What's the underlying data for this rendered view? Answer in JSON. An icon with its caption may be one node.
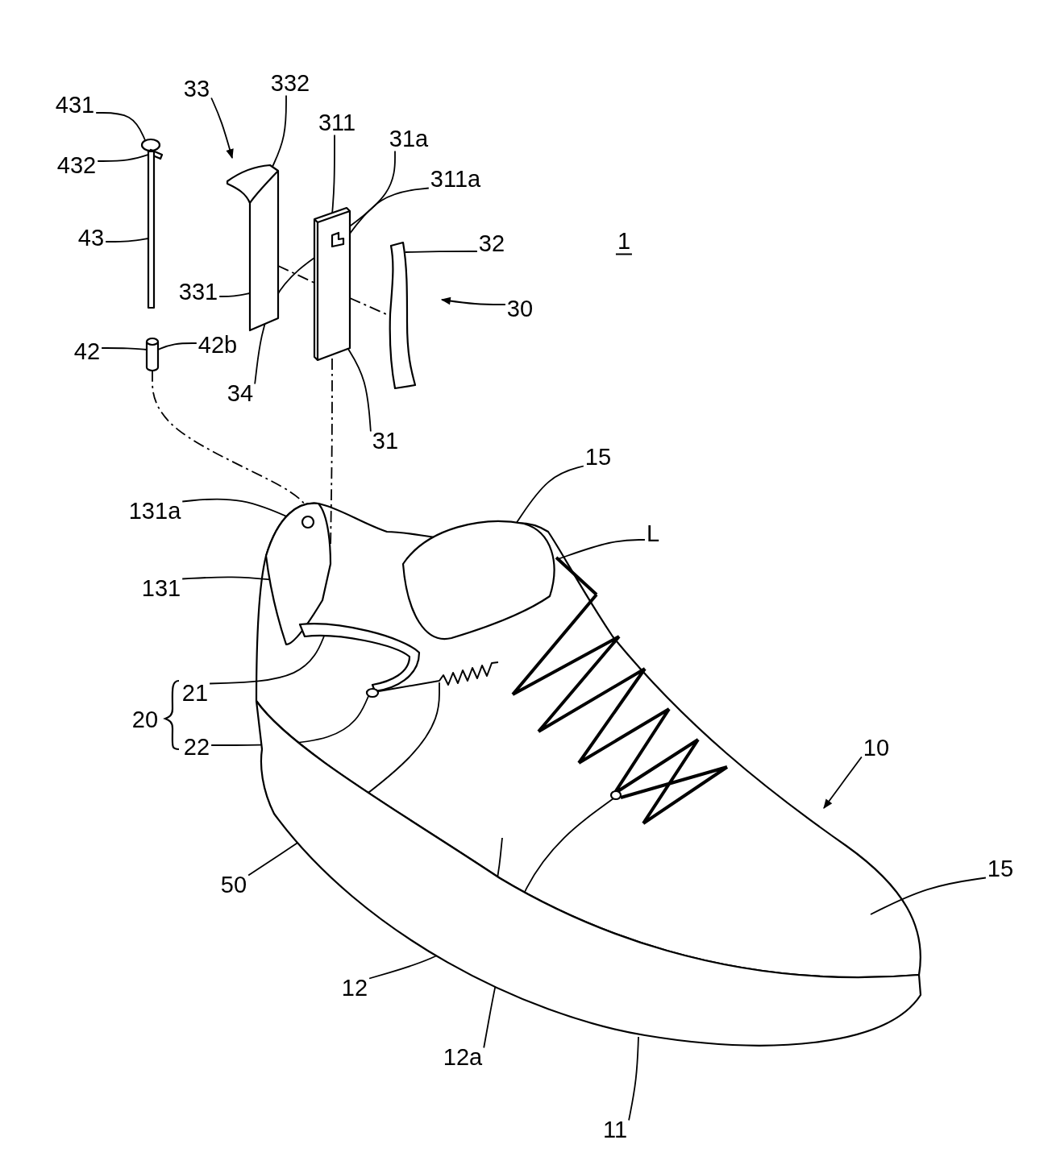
{
  "diagram": {
    "nodes": [
      {
        "text": [
          "431"
        ]
      },
      {
        "text": [
          "432"
        ]
      },
      {
        "text": [
          "43"
        ]
      },
      {
        "text": [
          "33"
        ]
      },
      {
        "text": [
          "332"
        ]
      },
      {
        "text": [
          "331"
        ]
      },
      {
        "text": [
          "311"
        ]
      },
      {
        "text": [
          "31a"
        ]
      },
      {
        "text": [
          "311a"
        ]
      },
      {
        "text": [
          "32"
        ]
      },
      {
        "text": [
          "30"
        ]
      },
      {
        "text": [
          "42"
        ]
      },
      {
        "text": [
          "42b"
        ]
      },
      {
        "text": [
          "34"
        ]
      },
      {
        "text": [
          "31"
        ]
      },
      {
        "text": [
          "131a"
        ]
      },
      {
        "text": [
          "131"
        ]
      },
      {
        "text": [
          "15"
        ]
      },
      {
        "text": [
          "L"
        ]
      },
      {
        "text": [
          "21"
        ]
      },
      {
        "text": [
          "22"
        ]
      },
      {
        "text": [
          "50"
        ]
      },
      {
        "text": [
          "10"
        ]
      },
      {
        "text": [
          "15"
        ]
      },
      {
        "text": [
          "12"
        ]
      },
      {
        "text": [
          "12a"
        ]
      },
      {
        "text": [
          "11"
        ]
      },
      {
        "text": [],
        "shape": "circle"
      },
      {
        "text": [],
        "shape": "bar"
      },
      {
        "text": [],
        "shape": "bar"
      },
      {
        "text": [],
        "shape": "picture"
      },
      {
        "text": [],
        "shape": "bar"
      },
      {
        "text": [],
        "shape": "box",
        "in": 31
      },
      {
        "text": [],
        "shape": "bar"
      },
      {
        "text": [],
        "shape": "cylinder"
      },
      {
        "text": [],
        "shape": "circle",
        "in": 36
      },
      {
        "text": [],
        "shape": "picture",
        "in": 42
      },
      {
        "text": [],
        "shape": "picture",
        "in": 42
      },
      {
        "text": [],
        "shape": "picture",
        "in": 42
      },
      {
        "text": [],
        "shape": "picture",
        "in": 42
      },
      {
        "text": [],
        "shape": "circle",
        "in": 42
      },
      {
        "text": [],
        "shape": "picture",
        "in": 42
      },
      {
        "text": [],
        "shape": "picture"
      },
      {
        "text": [],
        "shape": "circle",
        "in": 38
      },
      {
        "text": [],
        "shape": "picture"
      }
    ],
    "edges": [
      {
        "from": 0,
        "to": 27,
        "arrow": "none"
      },
      {
        "from": 1,
        "to": 28,
        "arrow": "none"
      },
      {
        "from": 2,
        "to": 29,
        "arrow": "none"
      },
      {
        "from": 3,
        "to": 30,
        "arrow": "to"
      },
      {
        "from": 4,
        "to": 30,
        "arrow": "none"
      },
      {
        "from": 5,
        "to": 30,
        "arrow": "none"
      },
      {
        "from": 6,
        "to": 31,
        "arrow": "none"
      },
      {
        "from": 7,
        "to": 32,
        "arrow": "none"
      },
      {
        "from": 8,
        "to": 32,
        "arrow": "none"
      },
      {
        "from": 9,
        "to": 33,
        "arrow": "none"
      },
      {
        "from": 10,
        "to": null,
        "arrow": "to"
      },
      {
        "from": 11,
        "to": 34,
        "arrow": "none"
      },
      {
        "from": 12,
        "to": 34,
        "arrow": "none"
      },
      {
        "from": 13,
        "to": 32,
        "arrow": "none"
      },
      {
        "from": 14,
        "to": 31,
        "arrow": "none"
      },
      {
        "from": 15,
        "to": 35,
        "arrow": "none"
      },
      {
        "from": 16,
        "to": 36,
        "arrow": "none"
      },
      {
        "from": 17,
        "to": 37,
        "arrow": "none"
      },
      {
        "from": 18,
        "to": 38,
        "arrow": "none"
      },
      {
        "from": 19,
        "to": 39,
        "arrow": "none"
      },
      {
        "from": 20,
        "to": 40,
        "arrow": "none"
      },
      {
        "from": 21,
        "to": 41,
        "arrow": "none"
      },
      {
        "from": 22,
        "to": 42,
        "arrow": "to"
      },
      {
        "from": 23,
        "to": 42,
        "arrow": "none"
      },
      {
        "from": 24,
        "to": 42,
        "arrow": "none"
      },
      {
        "from": 25,
        "to": 43,
        "arrow": "none"
      },
      {
        "from": 26,
        "to": 44,
        "arrow": "none"
      },
      {
        "from": 34,
        "to": 35,
        "arrow": "none",
        "style": "dashed"
      },
      {
        "from": 31,
        "to": 36,
        "arrow": "none",
        "style": "dashed"
      },
      {
        "from": 30,
        "to": 31,
        "arrow": "none",
        "style": "dashed"
      },
      {
        "from": 31,
        "to": 33,
        "arrow": "none",
        "style": "dashed"
      }
    ],
    "labels": [
      "1",
      "20"
    ]
  }
}
